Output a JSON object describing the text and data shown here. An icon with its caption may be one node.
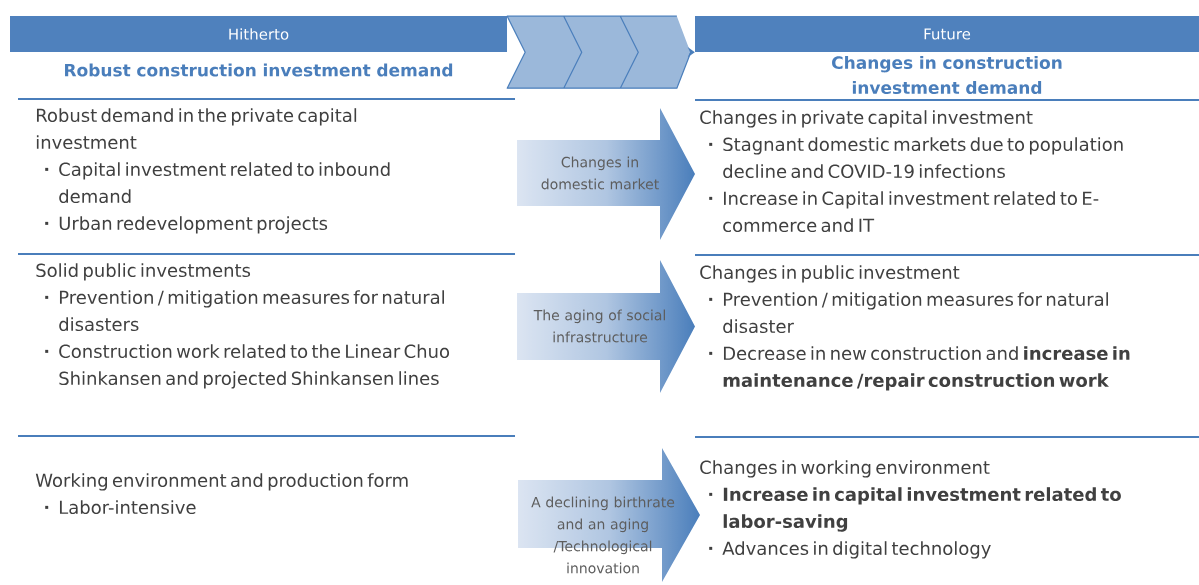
{
  "diagram": {
    "nodes": [
      {
        "text": [
          "Hitherto",
          "Robust construction investment demand"
        ]
      },
      {
        "text": [
          "Future",
          "Changes in construction investment demand"
        ]
      },
      {
        "text": [
          "Robust demand in the private capital investment",
          "Capital investment related to inbound demand",
          "Urban redevelopment projects"
        ]
      },
      {
        "text": [
          "Solid public investments",
          "Prevention / mitigation measures for natural disasters",
          "Construction work related to the Linear Chuo Shinkansen and projected Shinkansen lines"
        ]
      },
      {
        "text": [
          "Working environment and production form",
          "Labor-intensive"
        ]
      },
      {
        "text": [
          "Changes in domestic market"
        ]
      },
      {
        "text": [
          "The aging of social infrastructure"
        ]
      },
      {
        "text": [
          "A declining birthrate and an aging /Technological innovation"
        ]
      },
      {
        "text": [
          "Changes in private capital investment",
          "Stagnant domestic markets due to population decline and COVID-19 infections",
          "Increase in Capital investment related to E-commerce and IT"
        ]
      },
      {
        "text": [
          "Changes in public investment",
          "Prevention / mitigation measures for natural disaster",
          "Decrease in new construction and **increase in maintenance /repair construction work**"
        ]
      },
      {
        "text": [
          "Changes in working environment",
          "**Increase in capital investment related to labor-saving**",
          "Advances in digital technology"
        ]
      }
    ],
    "edges": [
      {
        "from": 0,
        "to": 1,
        "arrow": "to"
      }
    ]
  }
}
